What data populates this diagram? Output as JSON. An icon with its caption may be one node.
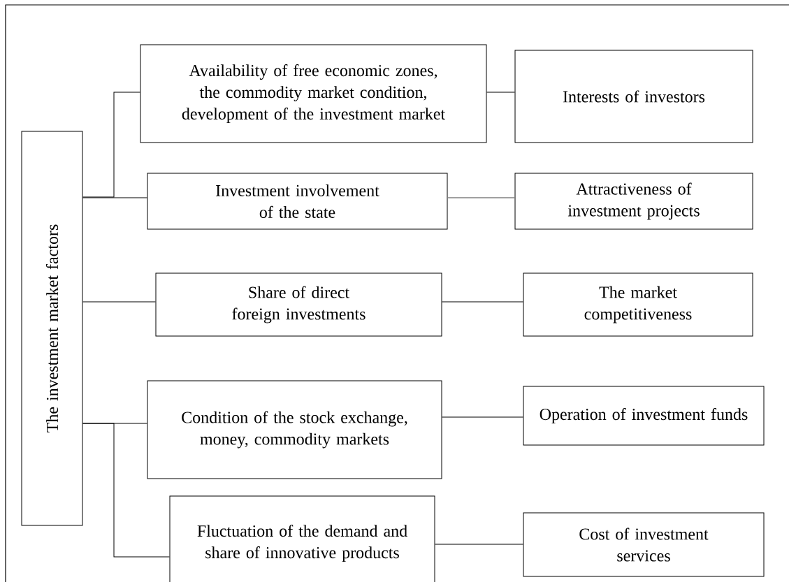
{
  "diagram": {
    "nodes": [
      {
        "text": [
          "The investment market factors"
        ]
      },
      {
        "text": [
          "Availability of free economic zones, the commodity market condition, development of the investment market"
        ]
      },
      {
        "text": [
          "Interests of investors"
        ]
      },
      {
        "text": [
          "Investment involvement of the state"
        ]
      },
      {
        "text": [
          "Attractiveness of investment projects"
        ]
      },
      {
        "text": [
          "Share of direct foreign investments"
        ]
      },
      {
        "text": [
          "The market competitiveness"
        ]
      },
      {
        "text": [
          "Condition of the stock exchange, money, commodity markets"
        ]
      },
      {
        "text": [
          "Operation of investment funds"
        ]
      },
      {
        "text": [
          "Fluctuation of the demand and share of innovative products"
        ]
      },
      {
        "text": [
          "Cost of investment services"
        ]
      }
    ],
    "edges": [
      {
        "from": 0,
        "to": 1,
        "arrow": "none"
      },
      {
        "from": 0,
        "to": 3,
        "arrow": "none"
      },
      {
        "from": 0,
        "to": 5,
        "arrow": "none"
      },
      {
        "from": 0,
        "to": 7,
        "arrow": "none"
      },
      {
        "from": 0,
        "to": 9,
        "arrow": "none"
      },
      {
        "from": 1,
        "to": 2,
        "arrow": "none"
      },
      {
        "from": 3,
        "to": 4,
        "arrow": "none",
        "color": "#808080"
      },
      {
        "from": 5,
        "to": 6,
        "arrow": "none"
      },
      {
        "from": 7,
        "to": 8,
        "arrow": "none"
      },
      {
        "from": 9,
        "to": 10,
        "arrow": "none"
      }
    ]
  }
}
